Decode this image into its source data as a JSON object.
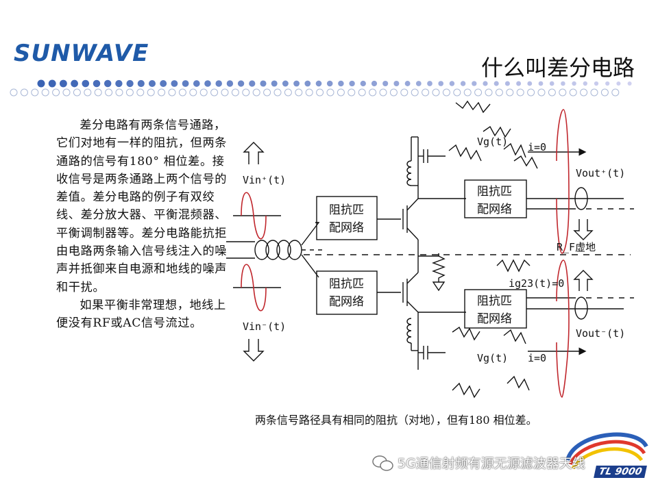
{
  "logo": "SUNWAVE",
  "title": "什么叫差分电路",
  "body": {
    "paragraph1": "差分电路有两条信号通路，它们对地有一样的阻抗，但两条通路的信号有180° 相位差。接收信号是两条通路上两个信号的差值。差分电路的例子有双绞线、差分放大器、平衡混频器、平衡调制器等。差分电路能抗拒由电路两条输入信号线注入的噪声并抵御来自电源和地线的噪声和干扰。",
    "paragraph2": "如果平衡非常理想，地线上便没有RF或AC信号流过。"
  },
  "diagram": {
    "vin_plus": "Vin⁺(t)",
    "vin_minus": "Vin⁻(t)",
    "match_net_1": [
      "阻抗匹",
      "配网络"
    ],
    "match_net_2": [
      "阻抗匹",
      "配网络"
    ],
    "match_net_3": [
      "阻抗匹",
      "配网络"
    ],
    "match_net_4": [
      "阻抗匹",
      "配网络"
    ],
    "vg_top": "Vg(t)",
    "i_top": "i=0",
    "vout_plus": "Vout⁺(t)",
    "rf_ground": "R_F虚地",
    "ig23": "ig23(t)=0",
    "vout_minus": "Vout⁻(t)",
    "vg_bottom": "Vg(t)",
    "i_bottom": "i=0"
  },
  "caption": "两条信号路径具有相同的阻抗（对地），但有180 相位差。",
  "watermark": "5G通信射频有源无源滤波器天线",
  "corner_logo": "TL 9000",
  "colors": {
    "brand_blue": "#1f5aa8",
    "dot_blue": "#3a63b4",
    "dot_ring": "#a9b7d6",
    "sine_red": "#c0262c",
    "line": "#111111"
  }
}
